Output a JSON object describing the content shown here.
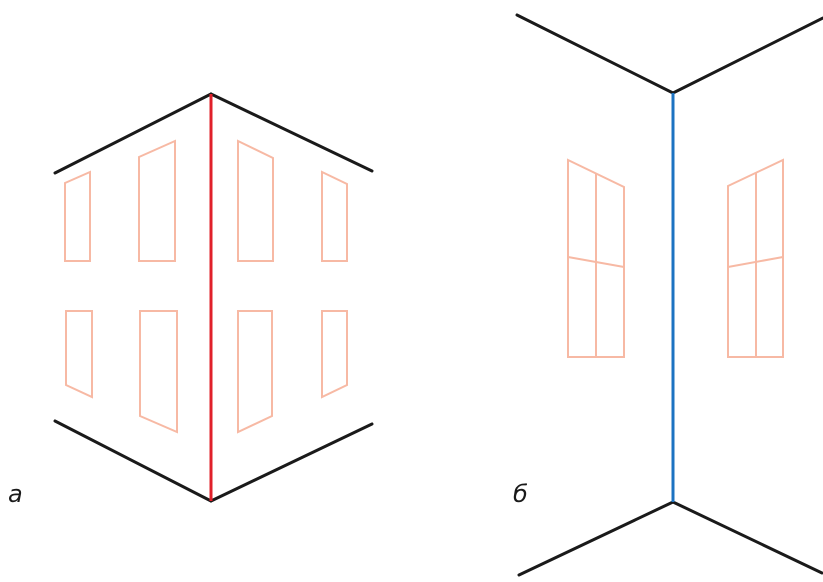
{
  "figure": {
    "panels": [
      {
        "id": "a",
        "label": "а",
        "vertical_edge_color": "#e0202a"
      },
      {
        "id": "b",
        "label": "б",
        "vertical_edge_color": "#1c73c2"
      }
    ],
    "colors": {
      "outline": "#1a1a1a",
      "window": "#f7b9a4",
      "background": "#ffffff"
    }
  }
}
